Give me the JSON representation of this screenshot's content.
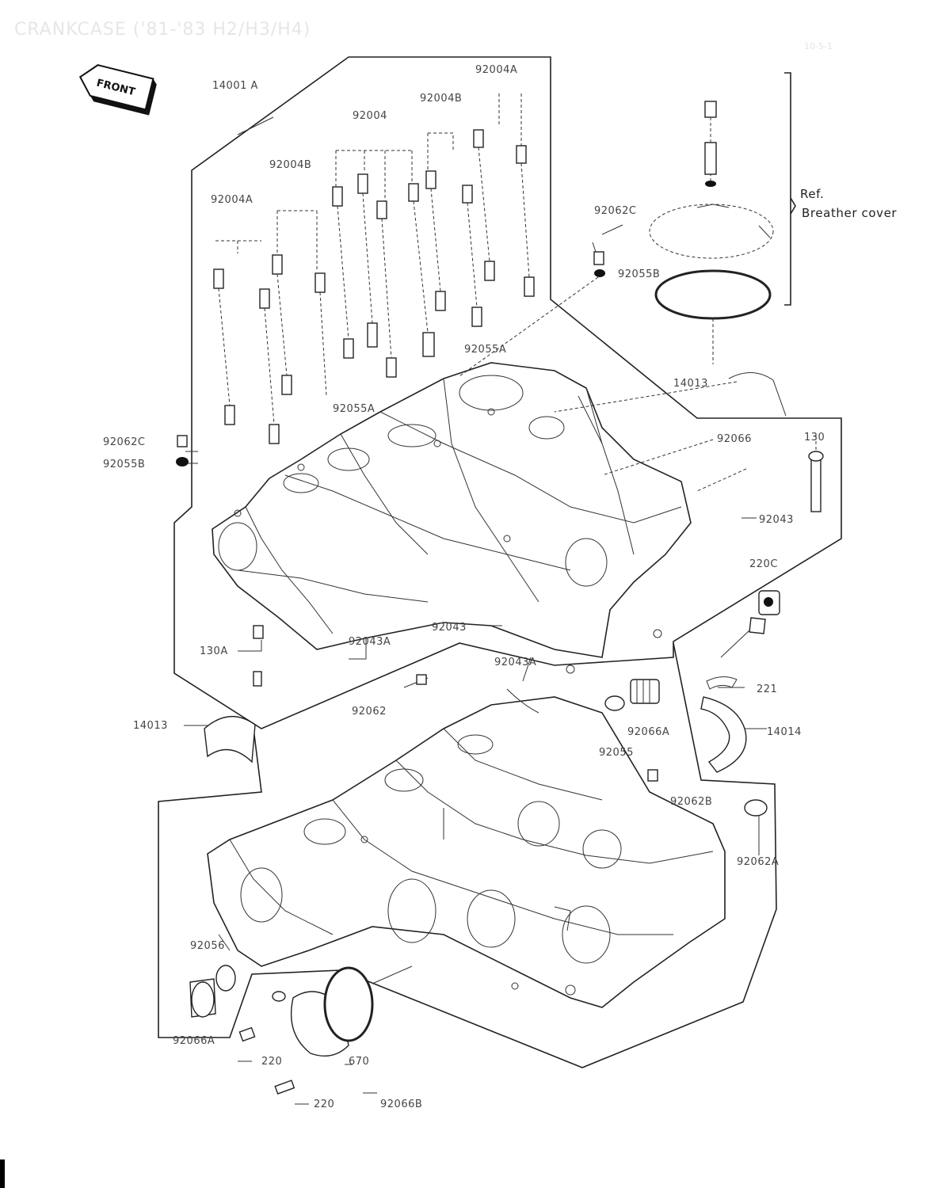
{
  "header": {
    "title": "CRANKCASE ('81-'83 H2/H3/H4)",
    "ref": "10-5-1"
  },
  "front_marker": "FRONT",
  "side_note": {
    "ref": "Ref.",
    "text": "Breather cover"
  },
  "labels": {
    "p14001A": "14001 A",
    "p92004A_top": "92004A",
    "p92004B_top": "92004B",
    "p92004": "92004",
    "p92004B": "92004B",
    "p92004A": "92004A",
    "p92062C_top": "92062C",
    "p92055B_top": "92055B",
    "p92055A_top": "92055A",
    "p14013_top": "14013",
    "p92055A_mid": "92055A",
    "p92062C_left": "92062C",
    "p92055B_left": "92055B",
    "p92066": "92066",
    "p130": "130",
    "p92043_right": "92043",
    "p220C": "220C",
    "p92043_mid": "92043",
    "p92043A_a": "92043A",
    "p92043A_b": "92043A",
    "p130A": "130A",
    "p221": "221",
    "p92062": "92062",
    "p14013_left": "14013",
    "p92066A_mid": "92066A",
    "p14014": "14014",
    "p92055": "92055",
    "p92062B": "92062B",
    "p92062A": "92062A",
    "p92056": "92056",
    "p92066A_low": "92066A",
    "p220_a": "220",
    "p670": "670",
    "p220_b": "220",
    "p92066B": "92066B"
  }
}
